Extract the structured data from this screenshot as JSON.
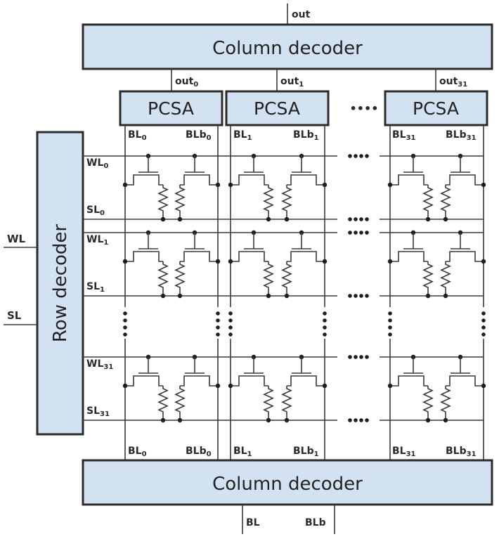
{
  "top_decoder": {
    "label": "Column decoder",
    "output": "out"
  },
  "bottom_decoder": {
    "label": "Column decoder",
    "inputs": [
      "BL",
      "BLb"
    ]
  },
  "row_decoder": {
    "label": "Row decoder",
    "inputs": [
      "WL",
      "SL"
    ]
  },
  "ellipsis": "••••",
  "columns": [
    {
      "out": "out",
      "out_sub": "0",
      "sa": "PCSA",
      "bl": "BL",
      "bl_sub": "0",
      "blb": "BLb",
      "blb_sub": "0"
    },
    {
      "out": "out",
      "out_sub": "1",
      "sa": "PCSA",
      "bl": "BL",
      "bl_sub": "1",
      "blb": "BLb",
      "blb_sub": "1"
    },
    {
      "out": "out",
      "out_sub": "31",
      "sa": "PCSA",
      "bl": "BL",
      "bl_sub": "31",
      "blb": "BLb",
      "blb_sub": "31"
    }
  ],
  "rows": [
    {
      "wl": "WL",
      "wl_sub": "0",
      "sl": "SL",
      "sl_sub": "0"
    },
    {
      "wl": "WL",
      "wl_sub": "1",
      "sl": "SL",
      "sl_sub": "1"
    },
    {
      "wl": "WL",
      "wl_sub": "31",
      "sl": "SL",
      "sl_sub": "31"
    }
  ]
}
